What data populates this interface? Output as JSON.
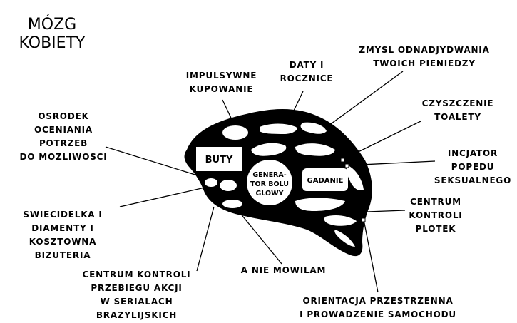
{
  "title": {
    "line1": "MÓZG",
    "line2": "KOBIETY"
  },
  "labels": {
    "impulsywne": [
      "IMPULSYWNE",
      "KUPOWANIE"
    ],
    "daty": [
      "DATY I",
      "ROCZNICE"
    ],
    "zmysl": [
      "ZMYSL ODNADJYDWANIA",
      "TWOICH PIENIEDZY"
    ],
    "osrodek": [
      "OSRODEK",
      "OCENIANIA",
      "POTRZEB",
      "DO MOZLIWOSCI"
    ],
    "czyszczenie": [
      "CZYSZCZENIE",
      "TOALETY"
    ],
    "incjator": [
      "INCJATOR",
      "POPEDU",
      "SEKSUALNEGO"
    ],
    "swiecidelka": [
      "SWIECIDELKA I",
      "DIAMENTY I",
      "KOSZTOWNA",
      "BIZUTERIA"
    ],
    "centrum_plotek": [
      "CENTRUM",
      "KONTROLI",
      "PLOTEK"
    ],
    "centrum_seriale": [
      "CENTRUM KONTROLI",
      "PRZEBIEGU AKCJI",
      "W SERIALACH",
      "BRAZYLIJSKICH"
    ],
    "nie_mowilam": [
      "A NIE MOWILAM"
    ],
    "orientacja": [
      "ORIENTACJA PRZESTRZENNA",
      "I PROWADZENIE SAMOCHODU"
    ]
  },
  "regions": {
    "buty": "BUTY",
    "generator": [
      "GENERA-",
      "TOR BOLU",
      "GLOWY"
    ],
    "gadanie": "GADANIE"
  }
}
